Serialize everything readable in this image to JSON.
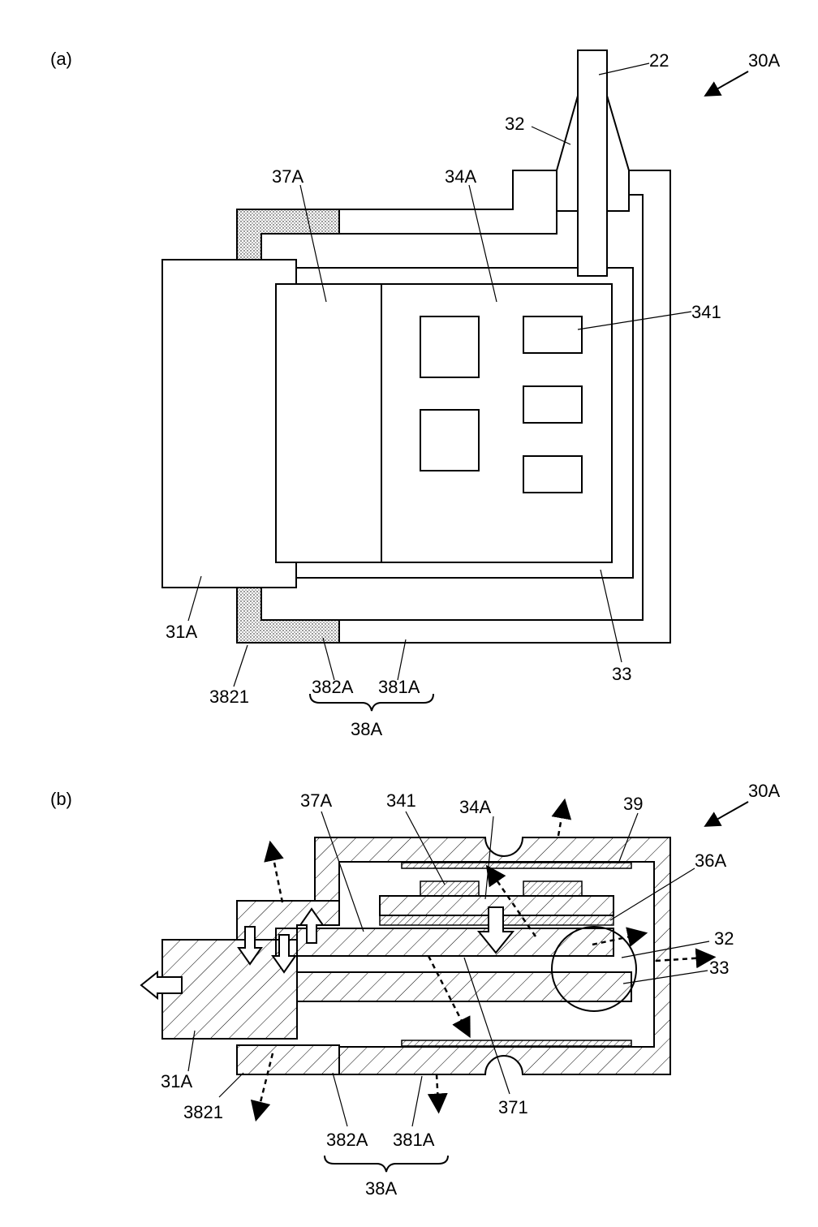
{
  "fig_a": {
    "panel": "(a)",
    "device": "30A",
    "labels": {
      "l22": "22",
      "l32": "32",
      "l37A": "37A",
      "l34A": "34A",
      "l341": "341",
      "l31A": "31A",
      "l33": "33",
      "l3821": "3821",
      "l382A": "382A",
      "l381A": "381A",
      "l38A": "38A"
    }
  },
  "fig_b": {
    "panel": "(b)",
    "device": "30A",
    "labels": {
      "l37A": "37A",
      "l341": "341",
      "l34A": "34A",
      "l39": "39",
      "l36A": "36A",
      "l32": "32",
      "l33": "33",
      "l31A": "31A",
      "l3821": "3821",
      "l371": "371",
      "l382A": "382A",
      "l381A": "381A",
      "l38A": "38A"
    }
  }
}
